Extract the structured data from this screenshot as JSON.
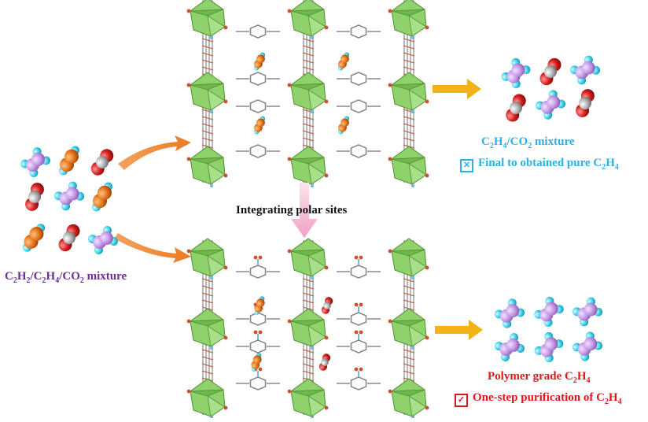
{
  "labels": {
    "feed": {
      "pre": "C",
      "s1": "2",
      "m1": "H",
      "s2": "2",
      "m2": "/C",
      "s3": "2",
      "m3": "H",
      "s4": "4",
      "m4": "/CO",
      "s5": "2",
      "post": " mixture"
    },
    "center": "Integrating polar sites",
    "top_mix": {
      "pre": "C",
      "s1": "2",
      "m1": "H",
      "s2": "4",
      "m2": "/CO",
      "s3": "2",
      "post": " mixture"
    },
    "top_note": {
      "pre": "Final to obtained pure C",
      "s1": "2",
      "m1": "H",
      "s2": "4"
    },
    "bottom_grade": {
      "pre": "Polymer grade C",
      "s1": "2",
      "m1": "H",
      "s2": "4"
    },
    "bottom_note": {
      "pre": "One-step purification of C",
      "s1": "2",
      "m1": "H",
      "s2": "4"
    }
  },
  "icons": {
    "top_note_icon": "crossed-box-icon",
    "bottom_note_icon": "checked-box-icon"
  },
  "colors": {
    "acetylene": "#e8761a",
    "ethylene": "#c79be8",
    "hydrogen": "#45d3ec",
    "co2_carbon": "#8c8c8c",
    "co2_oxygen": "#d81e1e",
    "polyhedra": "#8fd16a",
    "arrow_orange": "#ef8a35",
    "arrow_yellow": "#f3b316",
    "arrow_pink": "#f2a9c9",
    "label_purple": "#6b2f8f",
    "label_blue": "#2bb0e8",
    "label_red": "#e1161b"
  }
}
